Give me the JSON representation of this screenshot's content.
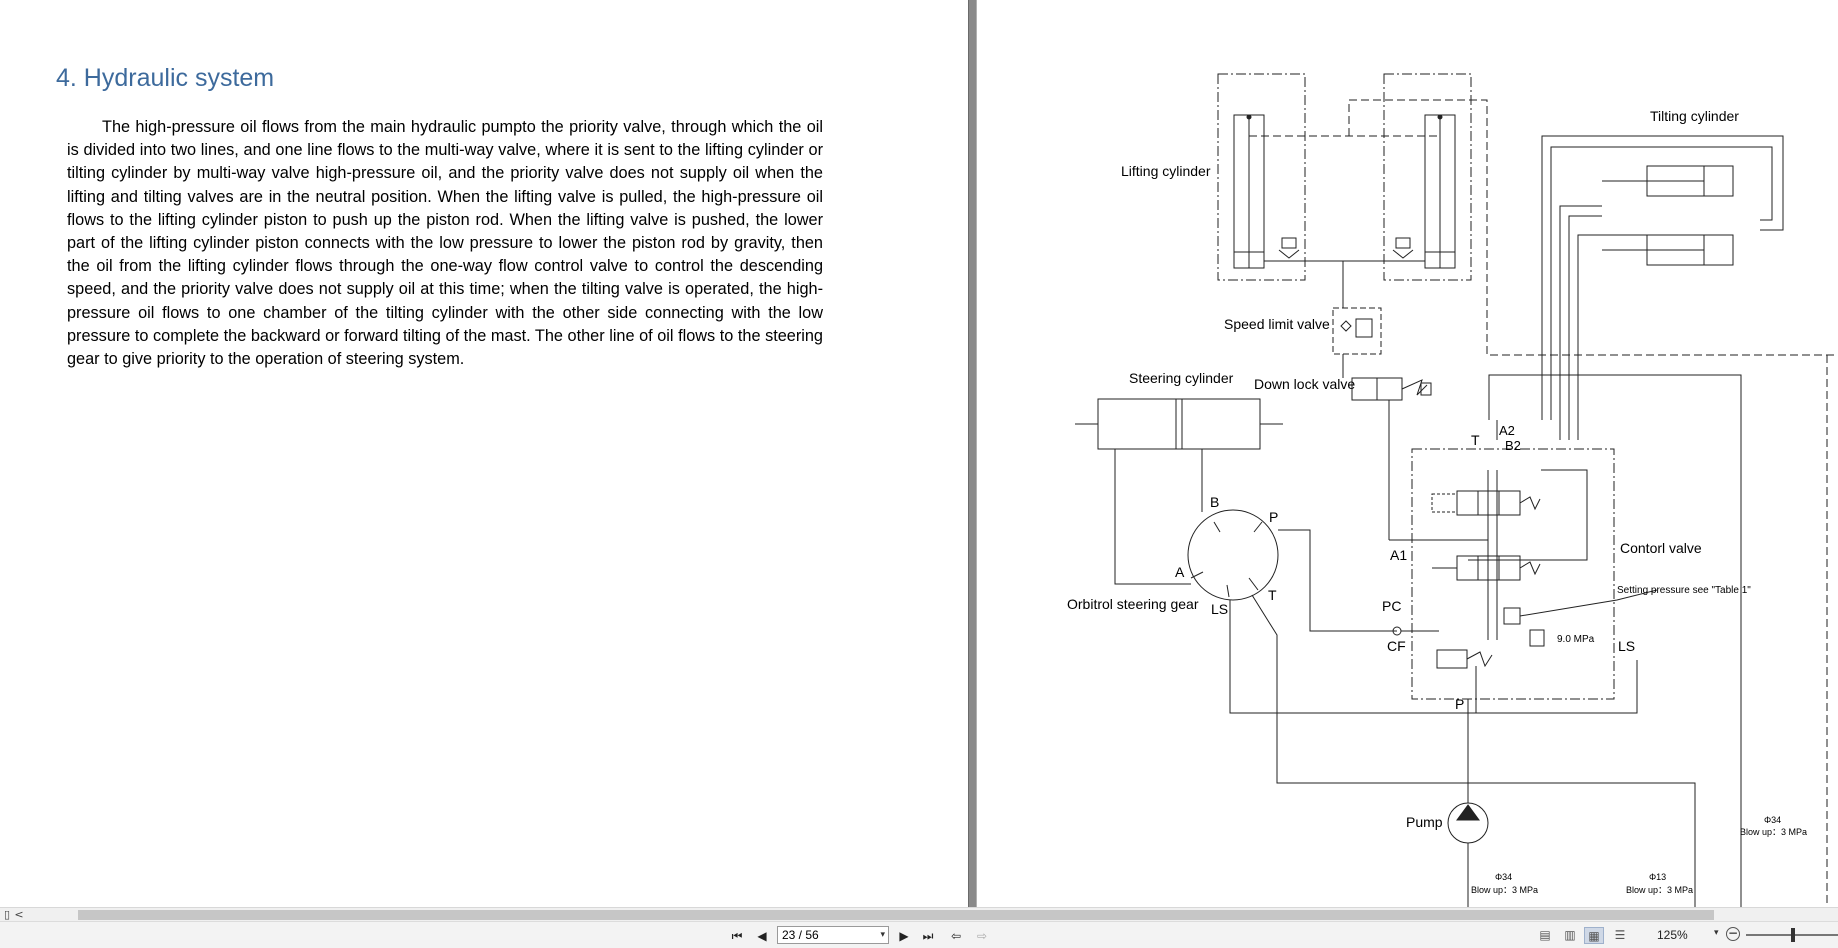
{
  "document": {
    "heading": "4. Hydraulic system",
    "paragraph": "The high-pressure oil flows from the main hydraulic pumpto the priority valve, through which the oil is divided into two lines, and one line flows to the multi-way valve, where it is sent to the lifting cylinder or tilting cylinder by multi-way valve high-pressure oil, and the priority valve does not supply oil when the lifting and tilting valves are in the neutral position. When the lifting valve is pulled, the high-pressure oil flows to the lifting cylinder piston to push up the piston rod. When the lifting valve is pushed, the lower part of the lifting cylinder piston connects with the low pressure to lower the piston rod by gravity, then the oil from the lifting cylinder flows through the one-way flow control valve to control the descending speed, and the priority valve does not supply oil at this time; when the tilting valve is operated, the high-pressure oil flows to one chamber of the tilting cylinder with the other side connecting with the low pressure to complete the backward or forward tilting of the mast. The other line of oil flows to the steering gear to give priority to the operation of steering system."
  },
  "diagram": {
    "labels": {
      "lifting_cylinder": "Lifting cylinder",
      "tilting_cylinder": "Tilting cylinder",
      "speed_limit_valve": "Speed limit valve",
      "down_lock_valve": "Down lock valve",
      "steering_cylinder": "Steering cylinder",
      "orbitrol": "Orbitrol steering gear",
      "control_valve": "Contorl valve",
      "setting_pressure": "Setting pressure see \"Table 1\"",
      "pump": "Pump",
      "port_b": "B",
      "port_p": "P",
      "port_a": "A",
      "port_t": "T",
      "port_ls": "LS",
      "port_t_top": "T",
      "port_a2": "A2",
      "port_b2": "B2",
      "port_a1": "A1",
      "port_pc": "PC",
      "port_cf": "CF",
      "port_ls_right": "LS",
      "port_p_bottom": "P",
      "relief_pressure": "9.0 MPa",
      "hose_phi34_left": "Φ34",
      "hose_blow_left": "Blow up：3 MPa",
      "hose_phi13": "Φ13",
      "hose_blow_mid": "Blow up：3 MPa",
      "hose_phi34_right": "Φ34",
      "hose_blow_right": "Blow up：3 MPa"
    }
  },
  "scrollbar": {
    "left_arrow": "<"
  },
  "statusbar": {
    "first_page_icon": "first-page-icon",
    "prev_page_icon": "prev-page-icon",
    "page_indicator": "23 / 56",
    "next_page_icon": "next-page-icon",
    "last_page_icon": "last-page-icon",
    "zoom": "125%"
  }
}
